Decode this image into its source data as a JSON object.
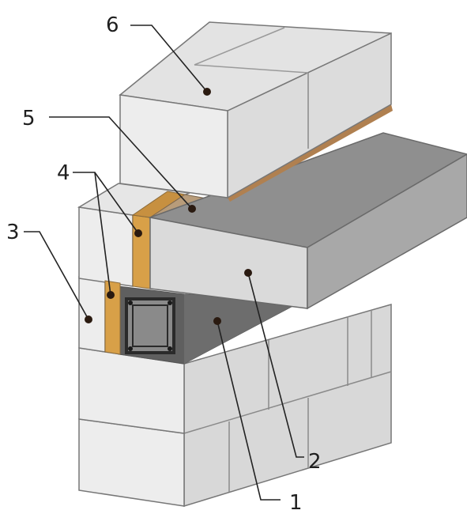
{
  "colors": {
    "block_light": "#ececec",
    "block_mid": "#dcdcdc",
    "block_top": "#e4e4e4",
    "slab_top": "#8e8e8e",
    "slab_front": "#dadada",
    "slab_side": "#a9a9a9",
    "insulation": "#d9a04a",
    "mortar": "#b59c7d",
    "dark_cavity": "#5d5d5d",
    "rebar": "#2b2b2b",
    "outline": "#6f6f6f",
    "leader": "#222222"
  },
  "callouts": [
    {
      "num": "1"
    },
    {
      "num": "2"
    },
    {
      "num": "3"
    },
    {
      "num": "4"
    },
    {
      "num": "5"
    },
    {
      "num": "6"
    }
  ]
}
